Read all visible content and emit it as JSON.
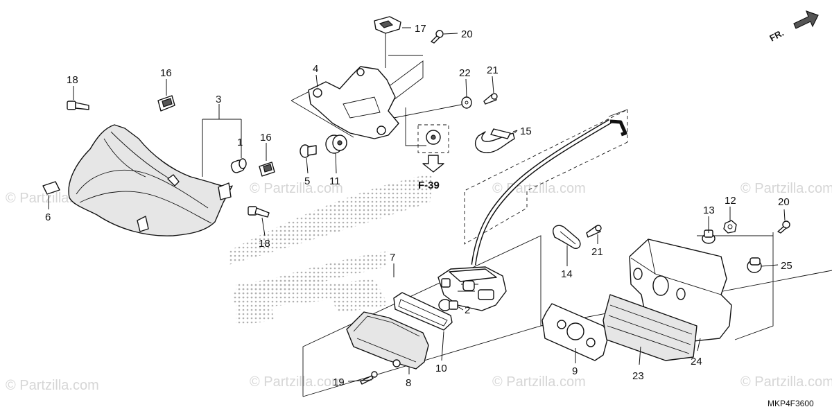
{
  "callouts": [
    {
      "id": "1",
      "text": "1"
    },
    {
      "id": "2",
      "text": "2"
    },
    {
      "id": "3",
      "text": "3"
    },
    {
      "id": "4",
      "text": "4"
    },
    {
      "id": "5",
      "text": "5"
    },
    {
      "id": "6",
      "text": "6"
    },
    {
      "id": "7",
      "text": "7"
    },
    {
      "id": "8",
      "text": "8"
    },
    {
      "id": "9",
      "text": "9"
    },
    {
      "id": "10",
      "text": "10"
    },
    {
      "id": "11",
      "text": "11"
    },
    {
      "id": "12",
      "text": "12"
    },
    {
      "id": "13",
      "text": "13"
    },
    {
      "id": "14",
      "text": "14"
    },
    {
      "id": "15",
      "text": "15"
    },
    {
      "id": "16a",
      "text": "16"
    },
    {
      "id": "16b",
      "text": "16"
    },
    {
      "id": "17",
      "text": "17"
    },
    {
      "id": "18a",
      "text": "18"
    },
    {
      "id": "18b",
      "text": "18"
    },
    {
      "id": "19",
      "text": "19"
    },
    {
      "id": "20a",
      "text": "20"
    },
    {
      "id": "20b",
      "text": "20"
    },
    {
      "id": "21a",
      "text": "21"
    },
    {
      "id": "21b",
      "text": "21"
    },
    {
      "id": "22",
      "text": "22"
    },
    {
      "id": "23",
      "text": "23"
    },
    {
      "id": "24",
      "text": "24"
    },
    {
      "id": "25",
      "text": "25"
    }
  ],
  "reference": {
    "label": "F-39"
  },
  "direction": {
    "label": "FR."
  },
  "diagram_code": "MKP4F3600",
  "watermark": {
    "text": "© Partzilla.com"
  },
  "colors": {
    "ink": "#111111",
    "watermark": "#d6d6d6",
    "logo_dots": "#b0b0b0"
  }
}
